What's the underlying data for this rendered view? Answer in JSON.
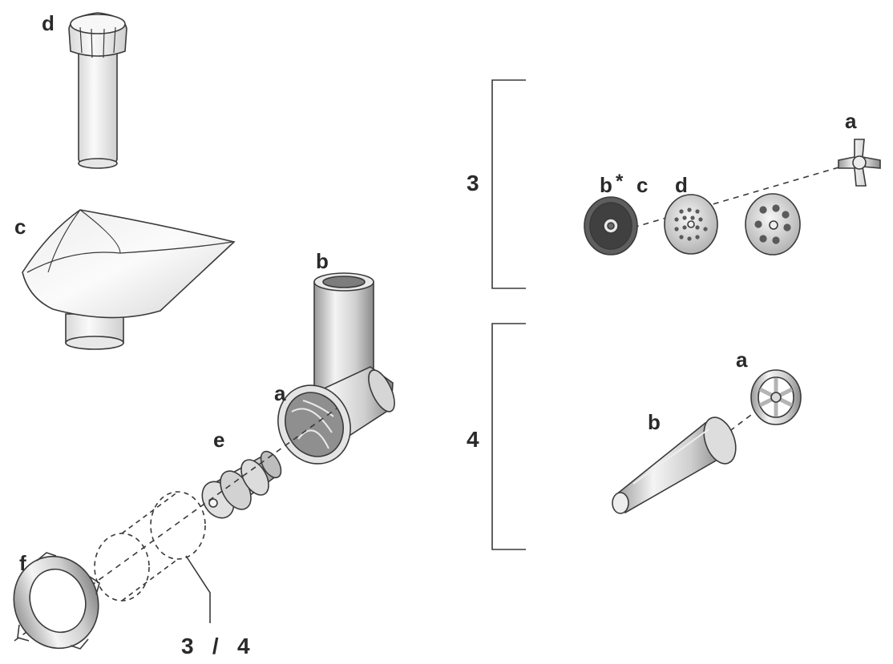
{
  "colors": {
    "ink": "#3a3a3a",
    "metal_light": "#f2f2f2",
    "metal_mid": "#c9c9c9",
    "metal_dark": "#8e8e8e",
    "plastic": "#f4f4f4"
  },
  "labels": {
    "pusher": "d",
    "tray": "c",
    "housing_tube": "b",
    "housing_opening": "a",
    "worm_screw": "e",
    "ring_nut": "f",
    "callout": "3   /   4"
  },
  "group3": {
    "number": "3",
    "label_b": "b",
    "label_b_star": "*",
    "label_c": "c",
    "label_d": "d",
    "label_a": "a"
  },
  "group4": {
    "number": "4",
    "label_a": "a",
    "label_b": "b"
  },
  "icons": [
    "pusher-icon",
    "tray-icon",
    "housing-icon",
    "worm-screw-icon",
    "ring-nut-icon",
    "disc-icon",
    "blade-icon",
    "sausage-horn-icon",
    "spacer-icon"
  ]
}
